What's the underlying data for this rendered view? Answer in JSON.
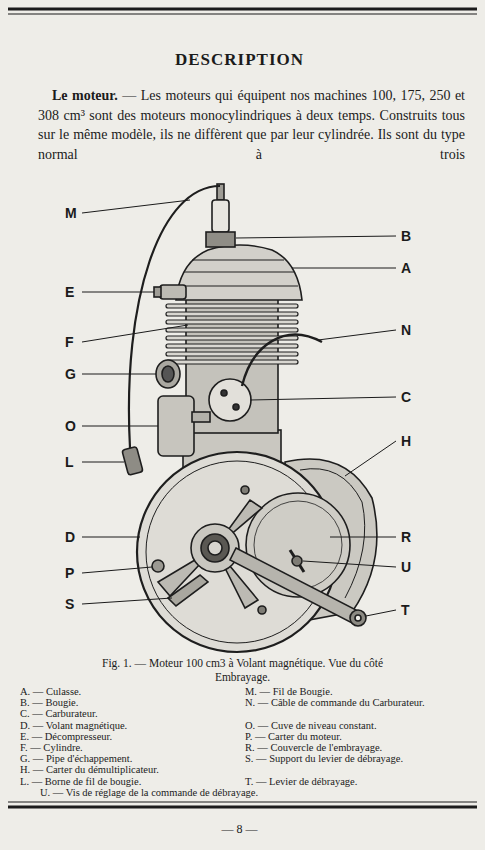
{
  "diagram": {
    "title": "DESCRIPTION",
    "caption": "Fig. 1. — Moteur 100 cm3 à Volant magnétique. Vue du côté Embrayage.",
    "labels": [
      "Le moteur.",
      "— Les moteurs qui équipent nos machines 100, 175, 250 et 308 cm³ sont des moteurs monocylindriques à deux temps. Construits tous sur le même modèle, ils ne diffèrent que par leur cylindrée. Ils sont du type normal à trois",
      "M",
      "B",
      "A",
      "E",
      "N",
      "F",
      "G",
      "C",
      "O",
      "H",
      "L",
      "D",
      "R",
      "P",
      "U",
      "S",
      "T",
      "A. — Culasse.",
      "B. — Bougie.",
      "C. — Carburateur.",
      "D. — Volant magnétique.",
      "E. — Décompresseur.",
      "F. — Cylindre.",
      "G. — Pipe d'échappement.",
      "H. — Carter du démultiplicateur.",
      "L. — Borne de fil de bougie.",
      "M. — Fil de Bougie.",
      "N. — Câble de commande du Carburateur.",
      "O. — Cuve de niveau constant.",
      "P. — Carter du moteur.",
      "R. — Couvercle de l'embrayage.",
      "S. — Support du levier de débrayage.",
      "T. — Levier de débrayage.",
      "U. — Vis de réglage de la commande de débrayage.",
      "— 8 —"
    ]
  }
}
